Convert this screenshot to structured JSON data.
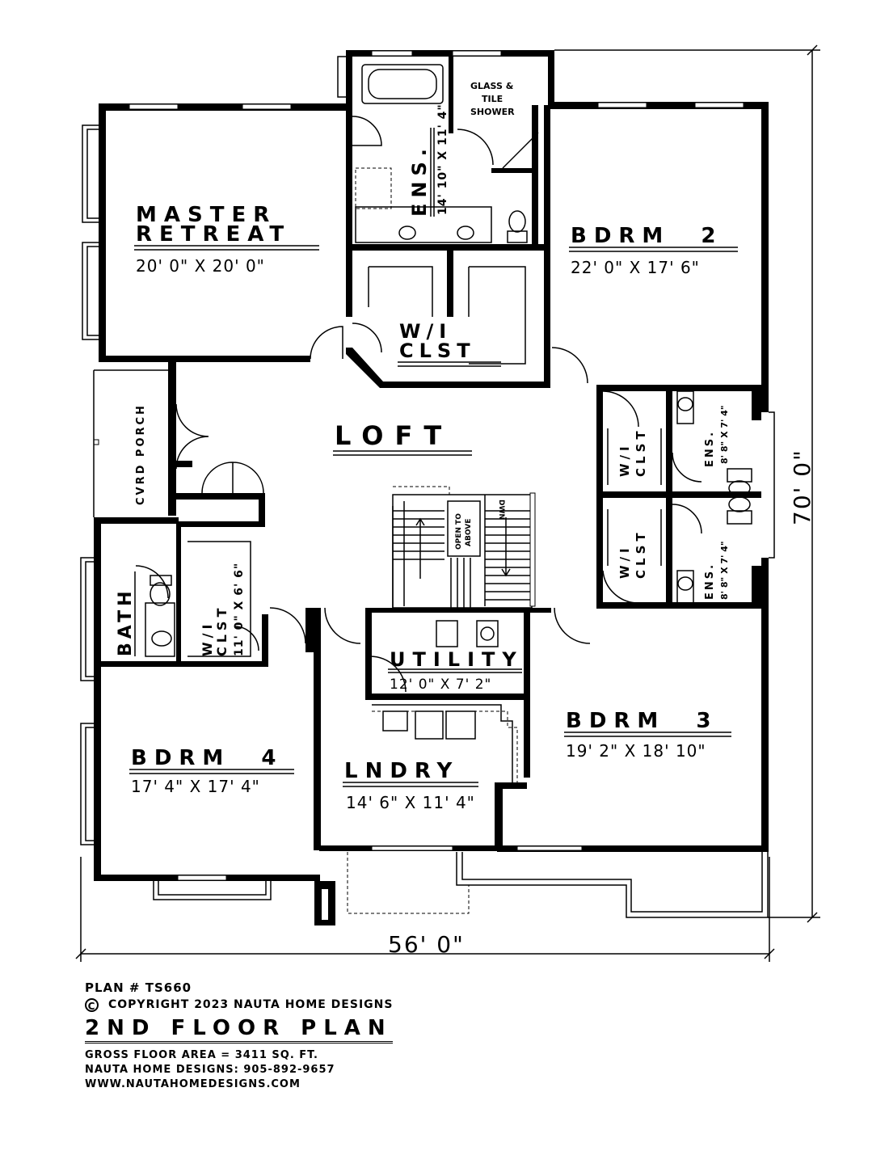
{
  "rooms": {
    "master": {
      "name_line1": "MASTER",
      "name_line2": "RETREAT",
      "size": "20' 0\" X 20' 0\""
    },
    "ensuite_main": {
      "name": "ENS.",
      "size": "14' 10\" X 11' 4\""
    },
    "shower": {
      "line1": "GLASS &",
      "line2": "TILE",
      "line3": "SHOWER"
    },
    "bdrm2": {
      "name": "BDRM 2",
      "size": "22' 0\" X 17' 6\""
    },
    "wic_master": {
      "line1": "W/I",
      "line2": "CLST"
    },
    "loft": {
      "name": "LOFT"
    },
    "porch": {
      "name": "CVRD PORCH"
    },
    "wic_upper_right": {
      "line1": "W/I",
      "line2": "CLST"
    },
    "ens_upper_right": {
      "name": "ENS.",
      "size": "8' 8\" X 7' 4\""
    },
    "wic_lower_right": {
      "line1": "W/I",
      "line2": "CLST"
    },
    "ens_lower_right": {
      "name": "ENS.",
      "size": "8' 8\" X 7' 4\""
    },
    "stair": {
      "open_line1": "OPEN TO",
      "open_line2": "ABOVE",
      "dwn": "DWN"
    },
    "bath": {
      "name": "BATH"
    },
    "wic_bdrm4": {
      "line1": "W/I",
      "line2": "CLST",
      "size": "11' 0\" X 6' 6\""
    },
    "utility": {
      "name": "UTILITY",
      "size": "12' 0\" X 7' 2\""
    },
    "laundry": {
      "name": "LNDRY",
      "size": "14' 6\" X 11' 4\""
    },
    "bdrm3": {
      "name": "BDRM 3",
      "size": "19' 2\" X 18' 10\""
    },
    "bdrm4": {
      "name": "BDRM 4",
      "size": "17' 4\" X 17' 4\""
    }
  },
  "overall": {
    "width": "56' 0\"",
    "depth": "70' 0\""
  },
  "footer": {
    "plan_number": "PLAN # TS660",
    "copyright_symbol": "C",
    "copyright": "COPYRIGHT 2023 NAUTA HOME DESIGNS",
    "title": "2ND FLOOR PLAN",
    "gross_area": "GROSS FLOOR AREA = 3411 SQ. FT.",
    "phone": "NAUTA HOME DESIGNS: 905-892-9657",
    "website": "WWW.NAUTAHOMEDESIGNS.COM"
  }
}
